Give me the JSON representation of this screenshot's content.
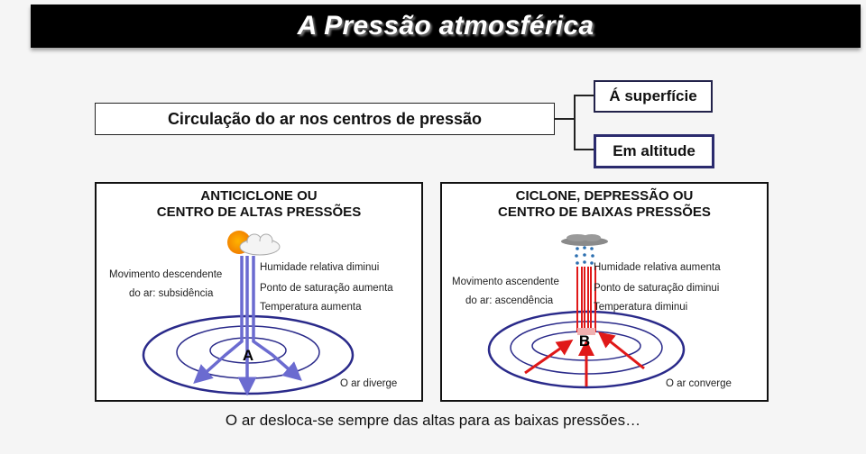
{
  "header": {
    "title": "A Pressão atmosférica"
  },
  "concept_map": {
    "main": "Circulação do ar nos centros de pressão",
    "branches": [
      {
        "label": "Á superfície"
      },
      {
        "label": "Em altitude"
      }
    ]
  },
  "panels": [
    {
      "title_line1": "ANTICICLONE OU",
      "title_line2": "CENTRO DE ALTAS PRESSÕES",
      "movement_line1": "Movimento descendente",
      "movement_line2": "do ar: subsidência",
      "facts": [
        "Humidade relativa diminui",
        "Ponto de saturação aumenta",
        "Temperatura aumenta"
      ],
      "center_letter": "A",
      "flow_label": "O ar diverge",
      "weather_icon": "sun-cloud-icon",
      "arrow_color": "#6b6bd0",
      "isobar_color": "#2a2a8a"
    },
    {
      "title_line1": "CICLONE, DEPRESSÃO OU",
      "title_line2": "CENTRO DE BAIXAS PRESSÕES",
      "movement_line1": "Movimento ascendente",
      "movement_line2": "do ar: ascendência",
      "facts": [
        "Humidade relativa aumenta",
        "Ponto de saturação diminui",
        "Temperatura diminui"
      ],
      "center_letter": "B",
      "flow_label": "O ar converge",
      "weather_icon": "rain-cloud-icon",
      "arrow_color": "#e01818",
      "isobar_color": "#2a2a8a"
    }
  ],
  "footer": {
    "text": "O ar desloca-se sempre das altas para as baixas pressões…"
  }
}
